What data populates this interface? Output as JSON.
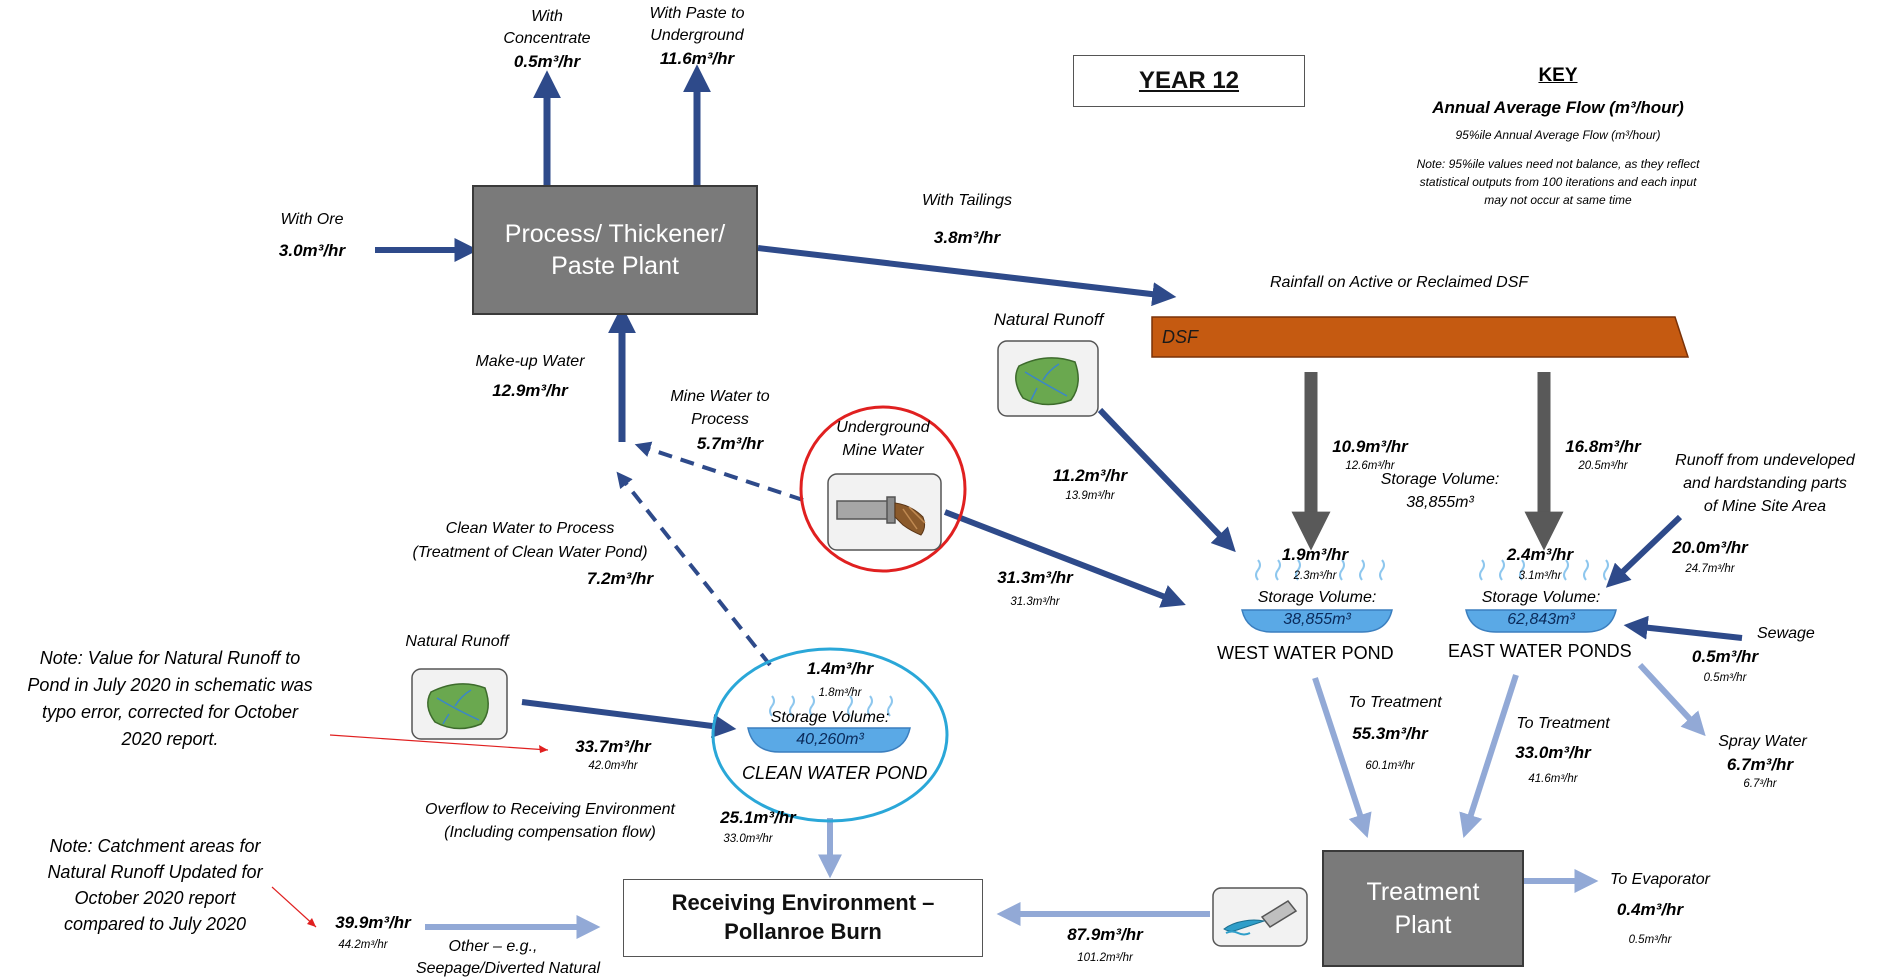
{
  "year_label": "YEAR 12",
  "key": {
    "title": "KEY",
    "primary": "Annual Average Flow (m³/hour)",
    "secondary": "95%ile Annual Average Flow (m³/hour)",
    "note_lines": [
      "Note:  95%ile values need not balance, as they reflect",
      "statistical outputs from 100 iterations and each input",
      "may not occur at same time"
    ]
  },
  "process_box": {
    "line1": "Process/ Thickener/",
    "line2": "Paste Plant"
  },
  "treatment_box": {
    "line1": "Treatment",
    "line2": "Plant"
  },
  "receiving_box": {
    "line1": "Receiving Environment –",
    "line2": "Pollanroe Burn"
  },
  "dsf_label": "DSF",
  "rainfall_label": "Rainfall on Active or Reclaimed DSF",
  "flows": {
    "with_concentrate": {
      "l1": "With",
      "l2": "Concentrate",
      "val": "0.5m³/hr"
    },
    "with_paste": {
      "l1": "With Paste to",
      "l2": "Underground",
      "val": "11.6m³/hr"
    },
    "with_ore": {
      "label": "With Ore",
      "val": "3.0m³/hr"
    },
    "with_tailings": {
      "label": "With Tailings",
      "val": "3.8m³/hr"
    },
    "makeup_water": {
      "label": "Make-up Water",
      "val": "12.9m³/hr"
    },
    "mine_water_process": {
      "l1": "Mine Water to",
      "l2": "Process",
      "val": "5.7m³/hr"
    },
    "underground_mine_water": {
      "l1": "Underground",
      "l2": "Mine Water"
    },
    "clean_water_process": {
      "l1": "Clean Water to Process",
      "l2": "(Treatment of Clean Water Pond)",
      "val": "7.2m³/hr"
    },
    "natural_runoff_top": {
      "label": "Natural Runoff",
      "val": "11.2m³/hr",
      "p95": "13.9m³/hr"
    },
    "mine_to_west": {
      "val": "31.3m³/hr",
      "p95": "31.3m³/hr"
    },
    "dsf_west": {
      "val": "10.9m³/hr",
      "p95": "12.6m³/hr"
    },
    "dsf_east": {
      "val": "16.8m³/hr",
      "p95": "20.5m³/hr"
    },
    "west_rain": {
      "val": "1.9m³/hr",
      "p95": "2.3m³/hr"
    },
    "east_rain": {
      "val": "2.4m³/hr",
      "p95": "3.1m³/hr"
    },
    "runoff_undeveloped": {
      "l1": "Runoff from undeveloped",
      "l2": "and hardstanding parts",
      "l3": "of Mine Site Area",
      "val": "20.0m³/hr",
      "p95": "24.7m³/hr"
    },
    "sewage": {
      "label": "Sewage",
      "val": "0.5m³/hr",
      "p95": "0.5m³/hr"
    },
    "spray_water": {
      "label": "Spray Water",
      "val": "6.7m³/hr",
      "p95": "6.7³/hr"
    },
    "west_to_treatment": {
      "label": "To Treatment",
      "val": "55.3m³/hr",
      "p95": "60.1m³/hr"
    },
    "east_to_treatment": {
      "label": "To Treatment",
      "val": "33.0m³/hr",
      "p95": "41.6m³/hr"
    },
    "to_evaporator": {
      "label": "To Evaporator",
      "val": "0.4m³/hr",
      "p95": "0.5m³/hr"
    },
    "treatment_to_receiving": {
      "val": "87.9m³/hr",
      "p95": "101.2m³/hr"
    },
    "natural_runoff_clean": {
      "label": "Natural Runoff",
      "val": "33.7m³/hr",
      "p95": "42.0m³/hr"
    },
    "clean_rain": {
      "val": "1.4m³/hr",
      "p95": "1.8m³/hr"
    },
    "overflow": {
      "l1": "Overflow to Receiving Environment",
      "l2": "(Including compensation flow)",
      "val": "25.1m³/hr",
      "p95": "33.0m³/hr"
    },
    "other": {
      "l1": "Other – e.g.,",
      "l2": "Seepage/Diverted Natural",
      "val": "39.9m³/hr",
      "p95": "44.2m³/hr"
    }
  },
  "storage": {
    "top_label": "Storage Volume:",
    "top_val": "38,855m³",
    "west_label": "Storage Volume:",
    "west_val": "38,855m³",
    "east_label": "Storage Volume:",
    "east_val": "62,843m³",
    "clean_label": "Storage Volume:",
    "clean_val": "40,260m³"
  },
  "ponds": {
    "west": "WEST WATER POND",
    "east": "EAST WATER PONDS",
    "clean": "CLEAN WATER POND"
  },
  "notes": {
    "note1": [
      "Note:  Value for Natural Runoff to",
      "Pond in July 2020 in schematic was",
      "typo error, corrected for October",
      "2020 report."
    ],
    "note2": [
      "Note:  Catchment areas for",
      "Natural Runoff Updated for",
      "October 2020 report",
      "compared to July 2020"
    ]
  },
  "colors": {
    "dark_arrow": "#2e4a8a",
    "light_arrow": "#92a9d6",
    "dsf": "#c55a11",
    "gray_arrow": "#595959",
    "pond": "#5aa9e6",
    "circle_red": "#e02020",
    "circle_blue": "#2aa7d8"
  }
}
